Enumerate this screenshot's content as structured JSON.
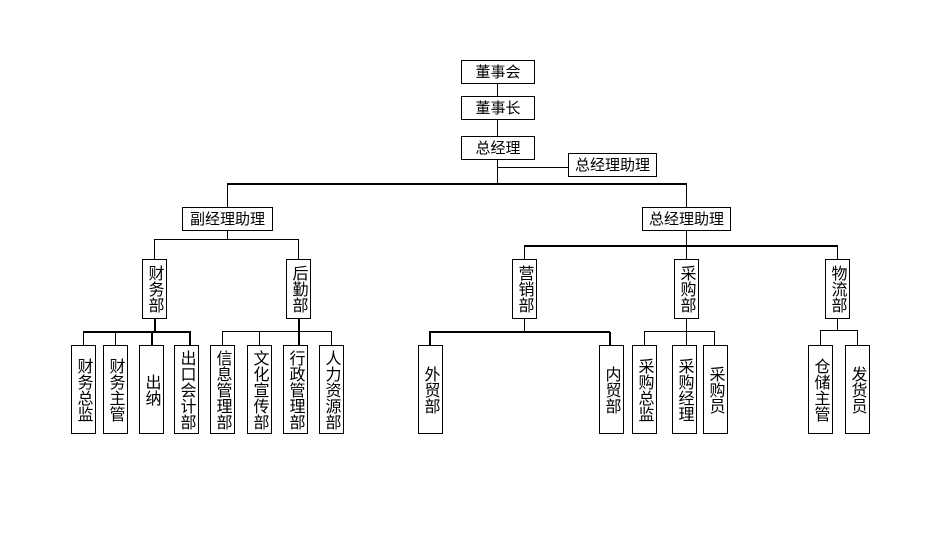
{
  "chart_data": {
    "type": "org-chart",
    "nodes": [
      {
        "id": "board",
        "label": "董事会",
        "parent": null
      },
      {
        "id": "chairman",
        "label": "董事长",
        "parent": "board"
      },
      {
        "id": "gm",
        "label": "总经理",
        "parent": "chairman"
      },
      {
        "id": "gm_assistant_side",
        "label": "总经理助理",
        "parent": "gm"
      },
      {
        "id": "deputy_assistant",
        "label": "副经理助理",
        "parent": "gm"
      },
      {
        "id": "gm_assistant",
        "label": "总经理助理",
        "parent": "gm"
      },
      {
        "id": "finance",
        "label": "财务部",
        "parent": "deputy_assistant"
      },
      {
        "id": "logistics_support",
        "label": "后勤部",
        "parent": "deputy_assistant"
      },
      {
        "id": "fin_director",
        "label": "财务总监",
        "parent": "finance"
      },
      {
        "id": "fin_supervisor",
        "label": "财务主管",
        "parent": "finance"
      },
      {
        "id": "cashier",
        "label": "出纳",
        "parent": "finance"
      },
      {
        "id": "export_accounting",
        "label": "出口会计部",
        "parent": "finance"
      },
      {
        "id": "info_mgmt",
        "label": "信息管理部",
        "parent": "logistics_support"
      },
      {
        "id": "culture",
        "label": "文化宣传部",
        "parent": "logistics_support"
      },
      {
        "id": "admin",
        "label": "行政管理部",
        "parent": "logistics_support"
      },
      {
        "id": "hr",
        "label": "人力资源部",
        "parent": "logistics_support"
      },
      {
        "id": "marketing",
        "label": "营销部",
        "parent": "gm_assistant"
      },
      {
        "id": "purchasing",
        "label": "采购部",
        "parent": "gm_assistant"
      },
      {
        "id": "logistics",
        "label": "物流部",
        "parent": "gm_assistant"
      },
      {
        "id": "foreign_trade",
        "label": "外贸部",
        "parent": "marketing"
      },
      {
        "id": "domestic_trade",
        "label": "内贸部",
        "parent": "marketing"
      },
      {
        "id": "purch_director",
        "label": "采购总监",
        "parent": "purchasing"
      },
      {
        "id": "purch_manager",
        "label": "采购经理",
        "parent": "purchasing"
      },
      {
        "id": "purchaser",
        "label": "采购员",
        "parent": "purchasing"
      },
      {
        "id": "warehouse_supervisor",
        "label": "仓储主管",
        "parent": "logistics"
      },
      {
        "id": "shipper",
        "label": "发货员",
        "parent": "logistics"
      }
    ]
  }
}
